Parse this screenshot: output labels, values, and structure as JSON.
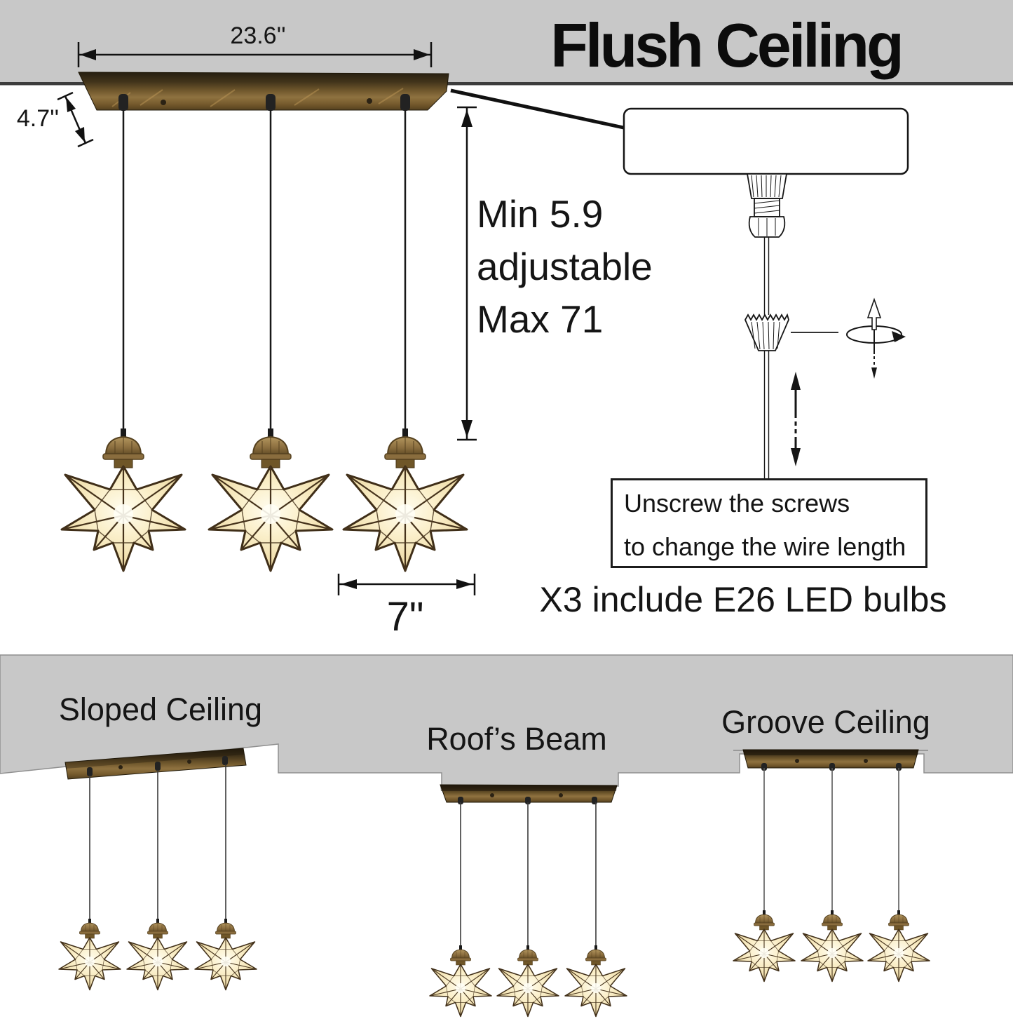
{
  "title": "Flush Ceiling",
  "dimensions": {
    "canopy_width": "23.6''",
    "canopy_height": "4.7''",
    "hang_lines": [
      "Min 5.9",
      "adjustable",
      "Max 71"
    ],
    "shade_width": "7\""
  },
  "note_box": {
    "line1": "Unscrew the screws",
    "line2": "to change the wire length"
  },
  "bulbs_note": "X3 include E26 LED bulbs",
  "ceiling_types": [
    {
      "label": "Sloped Ceiling"
    },
    {
      "label": "Roof’s Beam"
    },
    {
      "label": "Groove Ceiling"
    }
  ],
  "colors": {
    "ceiling_gray": "#c8c8c8",
    "ceiling_edge_line": "#3c3c3c",
    "bronze_dark": "#2a2113",
    "bronze_light": "#8f7240",
    "glass_warm": "#f3e4b8",
    "glass_glow": "#fffdf0",
    "frame_brown": "#3f2e18",
    "ink": "#111111"
  }
}
